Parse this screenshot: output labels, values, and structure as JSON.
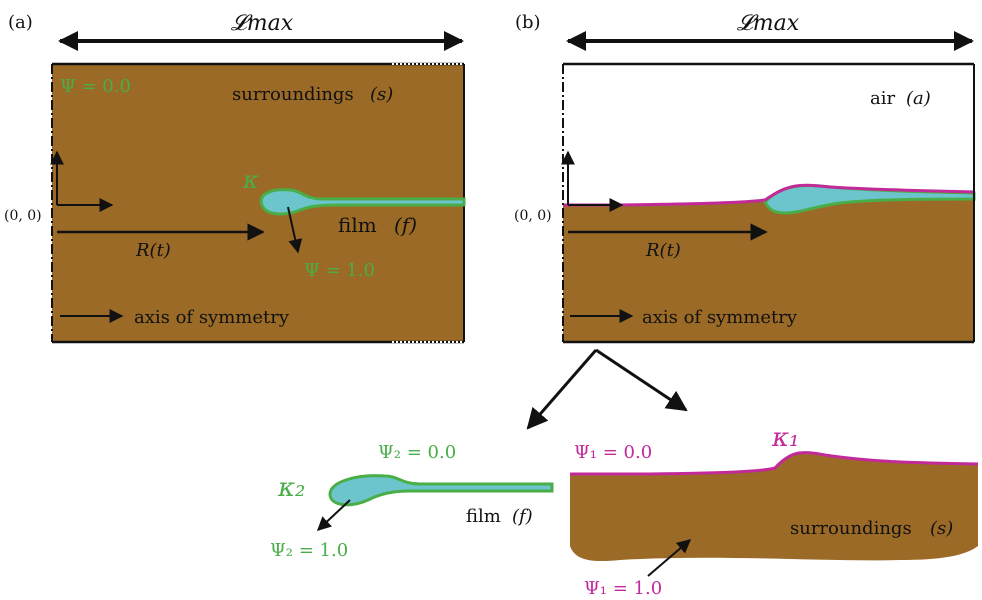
{
  "panel_a": {
    "label": "(a)",
    "length_label": "𝓛max",
    "psi_outer": "Ψ = 0.0",
    "surroundings": "surroundings",
    "surroundings_tag": "(s)",
    "kappa": "κ",
    "film": "film",
    "film_tag": "(f)",
    "origin": "(0, 0)",
    "radius": "R(t)",
    "psi_inner": "Ψ = 1.0",
    "axis": "axis of symmetry"
  },
  "panel_b": {
    "label": "(b)",
    "length_label": "𝓛max",
    "air": "air",
    "air_tag": "(a)",
    "origin": "(0, 0)",
    "radius": "R(t)",
    "axis": "axis of symmetry"
  },
  "detail": {
    "psi2_outer": "Ψ₂ = 0.0",
    "kappa2": "κ₂",
    "psi2_inner": "Ψ₂ = 1.0",
    "film": "film",
    "film_tag": "(f)",
    "psi1_outer": "Ψ₁ = 0.0",
    "kappa1": "κ₁",
    "surroundings": "surroundings",
    "surroundings_tag": "(s)",
    "psi1_inner": "Ψ₁ = 1.0"
  },
  "colors": {
    "surroundings_fill": "#9a6a26",
    "film_fill": "#6cc4cc",
    "green_boundary": "#4aae48",
    "magenta_boundary": "#c22a9a"
  }
}
